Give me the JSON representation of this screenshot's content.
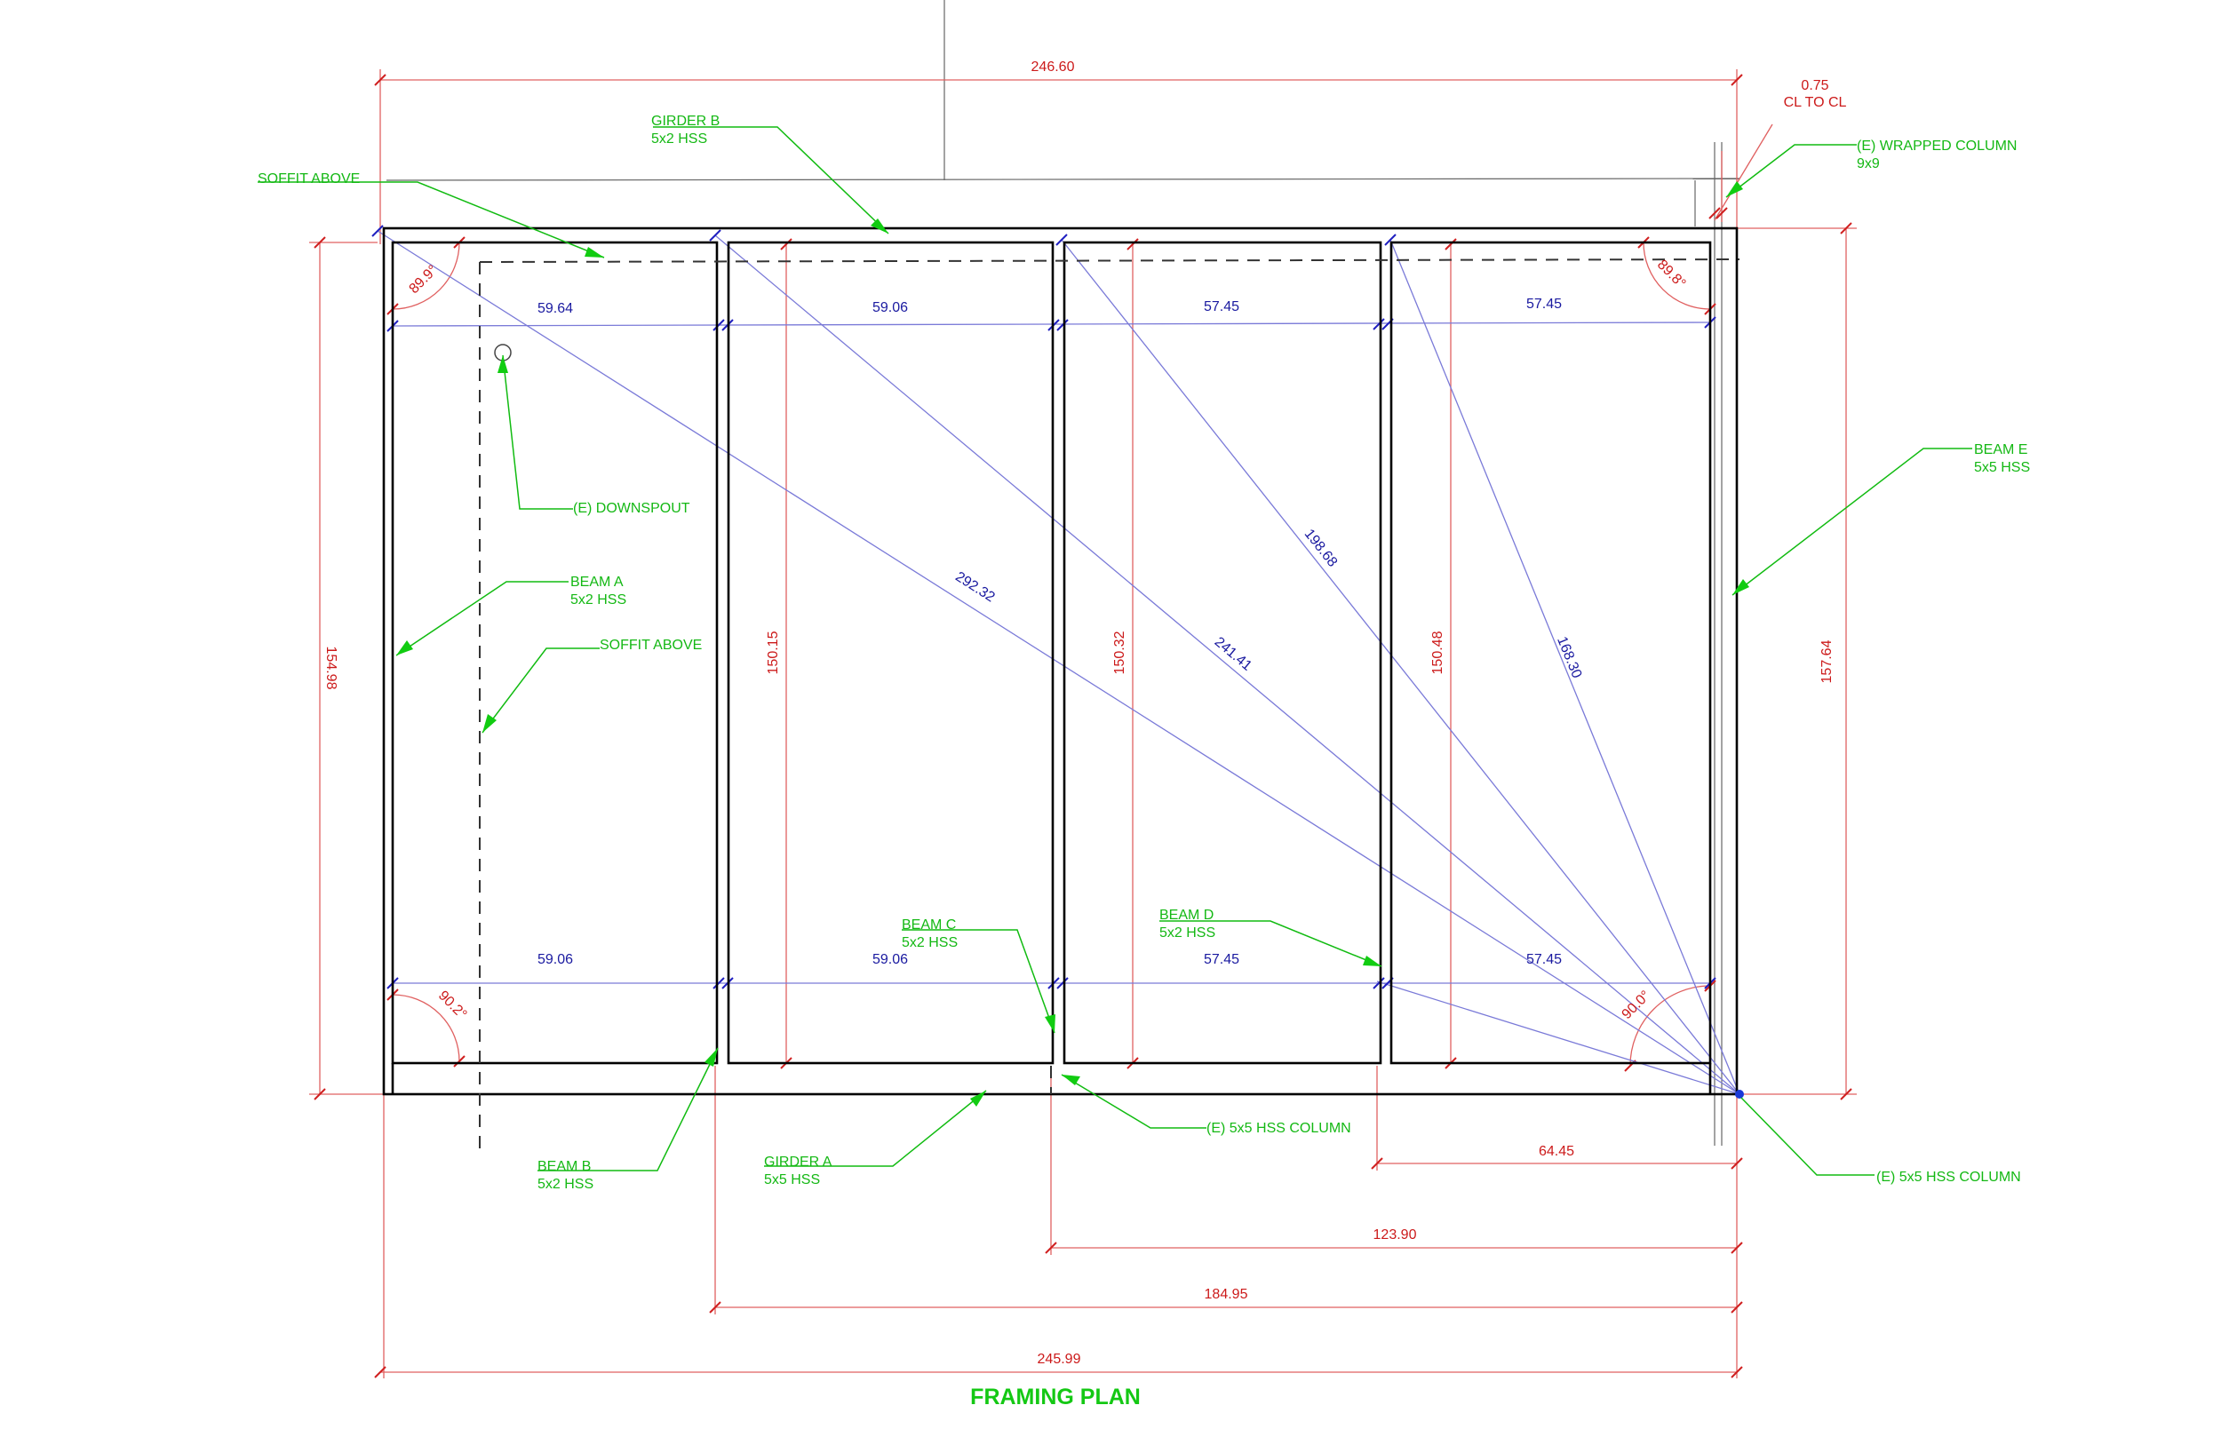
{
  "drawing_title": "FRAMING PLAN",
  "dimensions": {
    "overall_top": "246.60",
    "cl_to_cl_value": "0.75",
    "cl_to_cl_label": "CL TO CL",
    "bay_top_1": "59.64",
    "bay_top_2": "59.06",
    "bay_top_3": "57.45",
    "bay_top_4": "57.45",
    "bay_bottom_1": "59.06",
    "bay_bottom_2": "59.06",
    "bay_bottom_3": "57.45",
    "bay_bottom_4": "57.45",
    "height_left": "154.98",
    "height_right": "157.64",
    "height_bay_2": "150.15",
    "height_bay_3": "150.32",
    "height_bay_4": "150.48",
    "diagonal_1": "292.32",
    "diagonal_2": "241.41",
    "diagonal_3": "198.68",
    "diagonal_4": "168.30",
    "chain_1": "64.45",
    "chain_2": "123.90",
    "chain_3": "184.95",
    "overall_bottom": "245.99",
    "angle_top_left": "89.9°",
    "angle_top_right": "89.8°",
    "angle_bottom_left": "90.2°",
    "angle_bottom_right": "90.0°"
  },
  "labels": {
    "girder_b_name": "GIRDER B",
    "girder_b_size": "5x2 HSS",
    "soffit_above_top": "SOFFIT ABOVE",
    "wrapped_column_name": "(E) WRAPPED COLUMN",
    "wrapped_column_size": "9x9",
    "beam_e_name": "BEAM E",
    "beam_e_size": "5x5 HSS",
    "downspout": "(E) DOWNSPOUT",
    "beam_a_name": "BEAM A",
    "beam_a_size": "5x2 HSS",
    "soffit_above_left": "SOFFIT ABOVE",
    "beam_c_name": "BEAM C",
    "beam_c_size": "5x2 HSS",
    "beam_d_name": "BEAM D",
    "beam_d_size": "5x2 HSS",
    "beam_b_name": "BEAM B",
    "beam_b_size": "5x2 HSS",
    "girder_a_name": "GIRDER A",
    "girder_a_size": "5x5 HSS",
    "column_center": "(E) 5x5 HSS COLUMN",
    "column_corner": "(E) 5x5 HSS COLUMN"
  },
  "colors": {
    "structure": "#000000",
    "dimension_text": "#cc1a1a",
    "measurement_text": "#1a1aa0",
    "annotation_text": "#14b814",
    "title": "#14c814"
  }
}
